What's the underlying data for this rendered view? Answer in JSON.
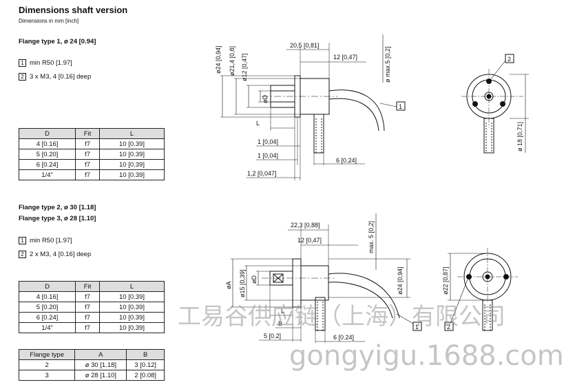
{
  "header": {
    "title": "Dimensions shaft version",
    "subtitle": "Dimensions in mm [inch]"
  },
  "section1": {
    "heading": "Flange type 1, ø 24 [0.94]",
    "notes": [
      {
        "num": "1",
        "text": "min R50 [1.97]"
      },
      {
        "num": "2",
        "text": "3 x M3, 4 [0.16] deep"
      }
    ],
    "table": {
      "headers": [
        "D",
        "Fit",
        "L"
      ],
      "rows": [
        [
          "4 [0.16]",
          "f7",
          "10 [0.39]"
        ],
        [
          "5 [0.20]",
          "f7",
          "10 [0.39]"
        ],
        [
          "6 [0.24]",
          "f7",
          "10 [0.39]"
        ],
        [
          "1/4\"",
          "f7",
          "10 [0.39]"
        ]
      ]
    }
  },
  "section2": {
    "heading1": "Flange type 2, ø 30 [1.18]",
    "heading2": "Flange type 3, ø 28 [1.10]",
    "notes": [
      {
        "num": "1",
        "text": "min R50 [1.97]"
      },
      {
        "num": "2",
        "text": "2 x M3, 4 [0.16] deep"
      }
    ],
    "table": {
      "headers": [
        "D",
        "Fit",
        "L"
      ],
      "rows": [
        [
          "4 [0.16]",
          "f7",
          "10 [0.39]"
        ],
        [
          "5 [0.20]",
          "f7",
          "10 [0.39]"
        ],
        [
          "6 [0.24]",
          "f7",
          "10 [0.39]"
        ],
        [
          "1/4\"",
          "f7",
          "10 [0.39]"
        ]
      ]
    },
    "flange_table": {
      "headers": [
        "Flange type",
        "A",
        "B"
      ],
      "rows": [
        [
          "2",
          "ø 30 [1.18]",
          "3 [0.12]"
        ],
        [
          "3",
          "ø 28 [1.10]",
          "2 [0.08]"
        ]
      ]
    }
  },
  "drawing1": {
    "dims": {
      "d24": "ø24 [0,94]",
      "d214": "ø21,4 [0,8]",
      "d12": "ø12 [0,47]",
      "dD": "øD",
      "L": "L",
      "len205": "20,5 [0,81]",
      "len12": "12 [0,47]",
      "max05": "ø max.5 [0,2]",
      "t1a": "1 [0,04]",
      "t1b": "1 [0,04]",
      "t12": "1,2 [0,047]",
      "t6": "6 [0.24]",
      "d18": "ø 18 [0,71]",
      "label1": "1",
      "label2": "2"
    }
  },
  "drawing2": {
    "dims": {
      "dA": "øA",
      "d15": "ø15 [0,39]",
      "dD": "øD",
      "len223": "22,3 [0,88]",
      "len12": "12 [0,47]",
      "max05": "max. 5 [0,2]",
      "d24": "ø24 [0,94]",
      "B": "B",
      "L": "L",
      "t5": "5 [0.2]",
      "t6": "6 [0.24]",
      "d22": "ø22 [0,87]",
      "label1": "1",
      "label2": "2"
    }
  },
  "watermark": {
    "line1": "工易谷供应链（上海）有限公司",
    "line2": "gongyigu.1688.com"
  }
}
